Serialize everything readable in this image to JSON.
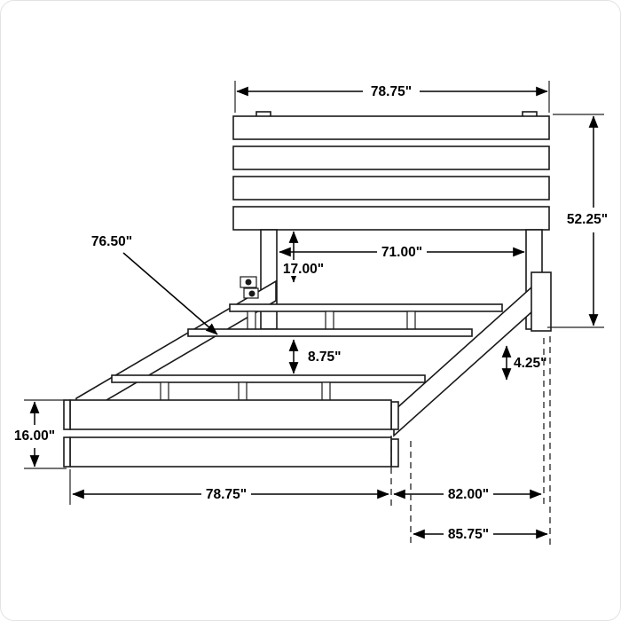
{
  "diagram": {
    "type": "furniture-dimension-drawing",
    "colors": {
      "line": "#1a1a1a",
      "background": "#ffffff",
      "text": "#000000"
    },
    "dimensions": {
      "headboard_width": "78.75\"",
      "overall_height": "52.25\"",
      "slat_length": "76.50\"",
      "inner_width": "71.00\"",
      "headboard_to_rail": "17.00\"",
      "slat_spacing": "8.75\"",
      "rail_height": "4.25\"",
      "footboard_height": "16.00\"",
      "footboard_width": "78.75\"",
      "frame_length": "82.00\"",
      "overall_length": "85.75\""
    }
  }
}
